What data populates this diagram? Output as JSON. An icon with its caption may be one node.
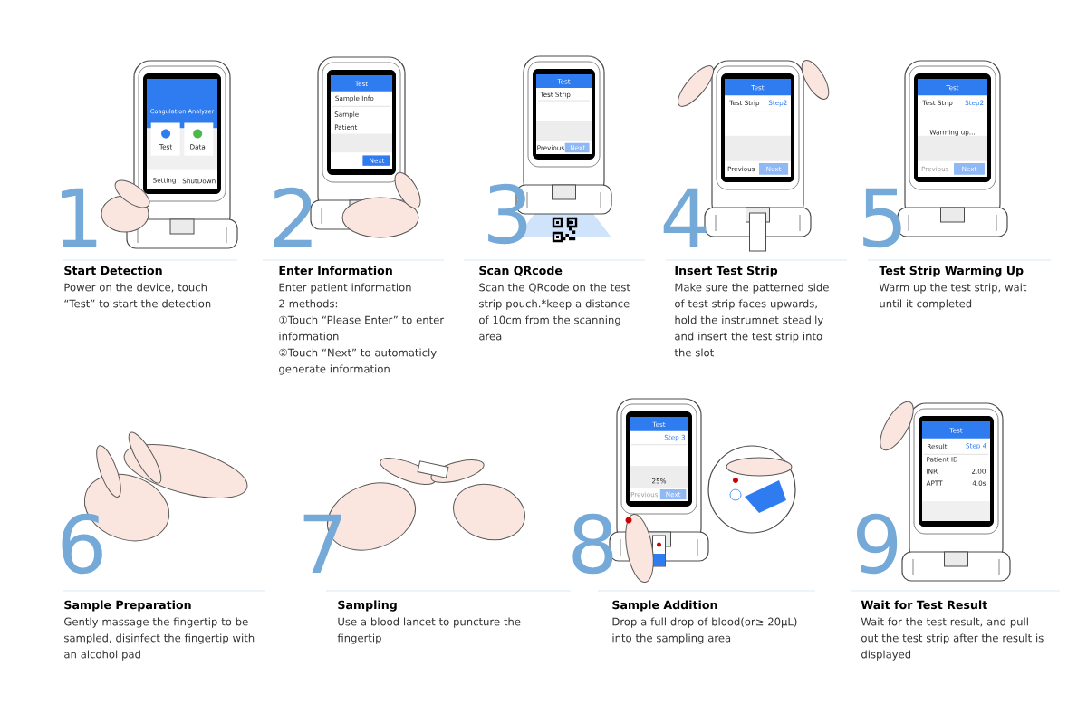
{
  "diagram": {
    "labels": [
      "Coagulation Analyzer",
      "Test",
      "Data",
      "Setting",
      "ShutDown",
      "1",
      "Start Detection",
      "Power on the device, touch “Test” to start the detection",
      "Test",
      "Sample Info",
      "Sample",
      "Patient",
      "Next",
      "2",
      "Enter Information",
      "Enter patient information",
      "2 methods:",
      "①Touch “Please Enter” to enter information",
      "②Touch “Next” to automaticly generate information",
      "Test",
      "Test Strip",
      "Previous",
      "Next",
      "3",
      "Scan QRcode",
      "Scan the QRcode on the test strip pouch.*keep a distance of 10cm from the scanning area",
      "Test",
      "Test Strip",
      "Step2",
      "Previous",
      "Next",
      "4",
      "Insert Test Strip",
      "Make sure the patterned side of test strip faces upwards, hold the instrumnet steadily and insert the test strip into the slot",
      "Test",
      "Test Strip",
      "Step2",
      "Warming up...",
      "Previous",
      "Next",
      "5",
      "Test Strip Warming Up",
      "Warm up the test strip, wait until it completed",
      "6",
      "Sample Preparation",
      "Gently massage the fingertip to be sampled, disinfect the fingertip with an alcohol pad",
      "7",
      "Sampling",
      "Use a blood lancet to puncture the fingertip",
      "Test",
      "Step 3",
      "25%",
      "Previous",
      "Next",
      "8",
      "Sample Addition",
      "Drop a full drop of blood(or≥ 20μL) into the sampling area",
      "Test",
      "Result",
      "Step 4",
      "Patient ID",
      "INR",
      "2.00",
      "APTT",
      "4.0s",
      "9",
      "Wait for Test Result",
      "Wait for the test result,  and pull out the test strip after the result is displayed"
    ]
  }
}
